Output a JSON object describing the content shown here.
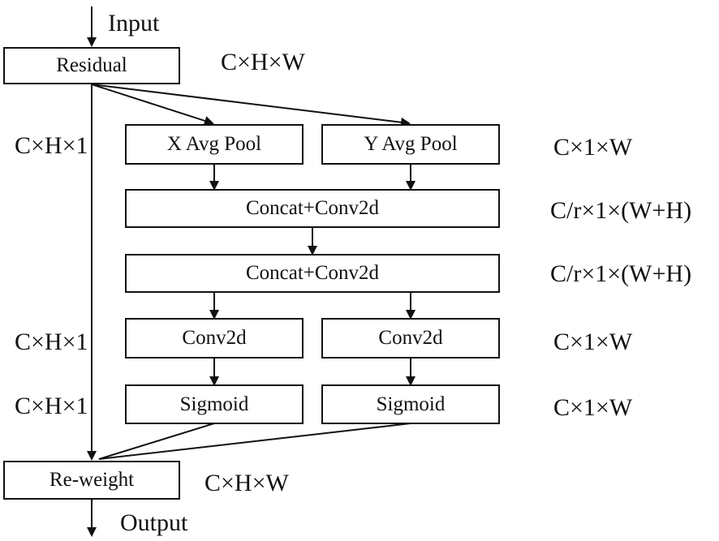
{
  "flow": {
    "input_label": "Input",
    "output_label": "Output"
  },
  "boxes": {
    "residual": "Residual",
    "x_avg_pool": "X Avg Pool",
    "y_avg_pool": "Y Avg Pool",
    "concat_conv_1": "Concat+Conv2d",
    "concat_conv_2": "Concat+Conv2d",
    "conv2d_left": "Conv2d",
    "conv2d_right": "Conv2d",
    "sigmoid_left": "Sigmoid",
    "sigmoid_right": "Sigmoid",
    "reweight": "Re-weight"
  },
  "dims": {
    "residual": "C×H×W",
    "left_pool": "C×H×1",
    "right_pool": "C×1×W",
    "concat_1": "C/r×1×(W+H)",
    "concat_2": "C/r×1×(W+H)",
    "left_conv": "C×H×1",
    "right_conv": "C×1×W",
    "left_sigmoid": "C×H×1",
    "right_sigmoid": "C×1×W",
    "reweight": "C×H×W"
  }
}
